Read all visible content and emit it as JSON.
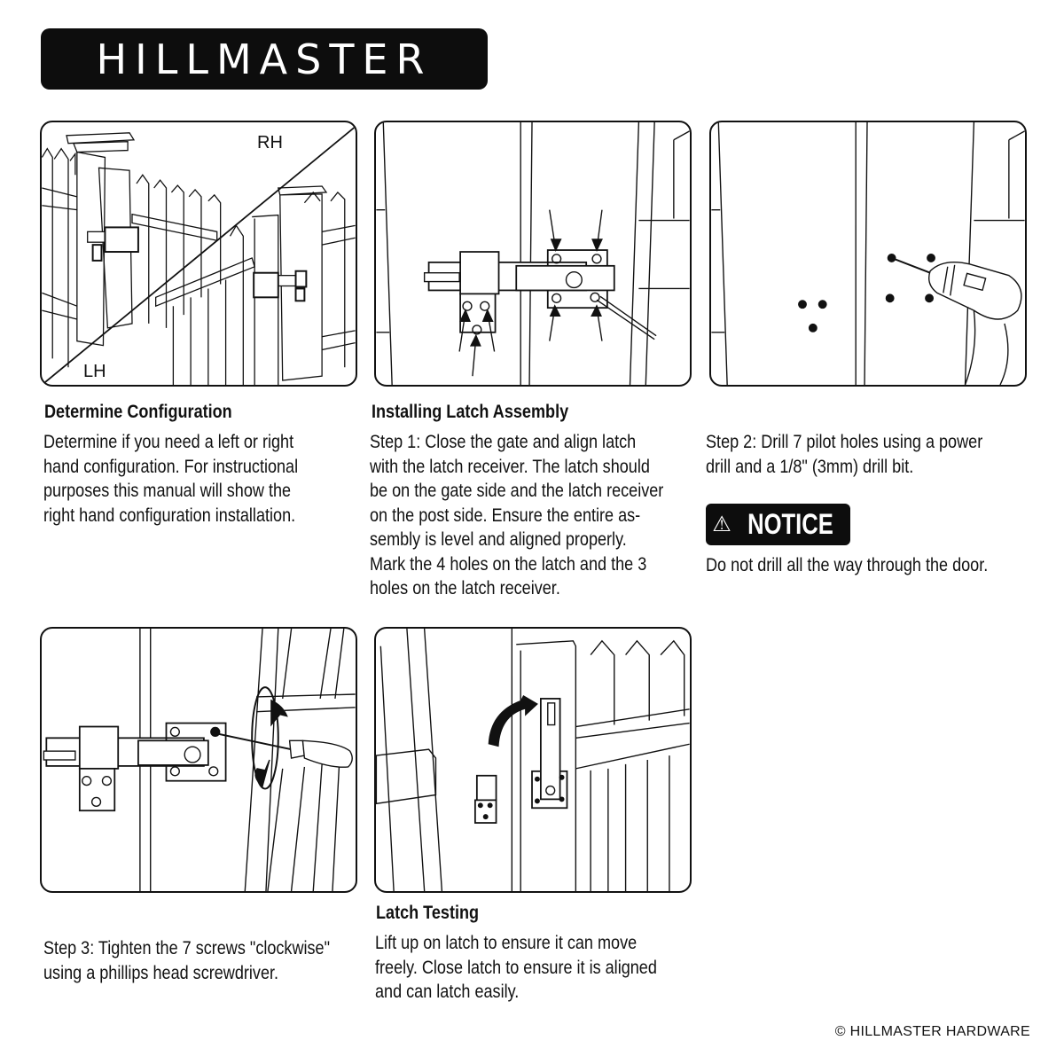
{
  "brand": {
    "logo_text": "HILLMASTER"
  },
  "panels": {
    "configuration": {
      "label_rh": "RH",
      "label_lh": "LH"
    }
  },
  "sections": [
    {
      "heading": "Determine Configuration",
      "body": "Determine if you need a left or right\nhand configuration. For instructional\npurposes this manual will show the\nright hand configuration installation."
    },
    {
      "heading": "Installing Latch Assembly",
      "body": "Step 1: Close the gate and align latch\nwith the latch receiver. The latch should\nbe on the gate side  and the latch receiver\non the post side. Ensure the entire as-\nsembly is level and aligned properly.\nMark the 4 holes on the latch and the 3\nholes on the latch receiver."
    },
    {
      "heading": "",
      "body": "Step 2: Drill 7 pilot holes using a power\ndrill and a 1/8\" (3mm) drill bit."
    },
    {
      "heading": "",
      "body": "Step 3: Tighten the 7 screws \"clockwise\"\nusing a phillips head screwdriver."
    },
    {
      "heading": "Latch Testing",
      "body": "Lift up on latch to ensure it can move\nfreely. Close latch to ensure it is aligned\nand can latch easily."
    }
  ],
  "notice": {
    "icon": "warning-triangle-icon",
    "icon_glyph": "⚠",
    "label": "NOTICE",
    "text": "Do not drill all the way through the door."
  },
  "footer": {
    "copyright": "© HILLMASTER HARDWARE"
  },
  "colors": {
    "ink": "#111111",
    "badge_bg": "#0d0d0d",
    "badge_fg": "#ffffff"
  }
}
